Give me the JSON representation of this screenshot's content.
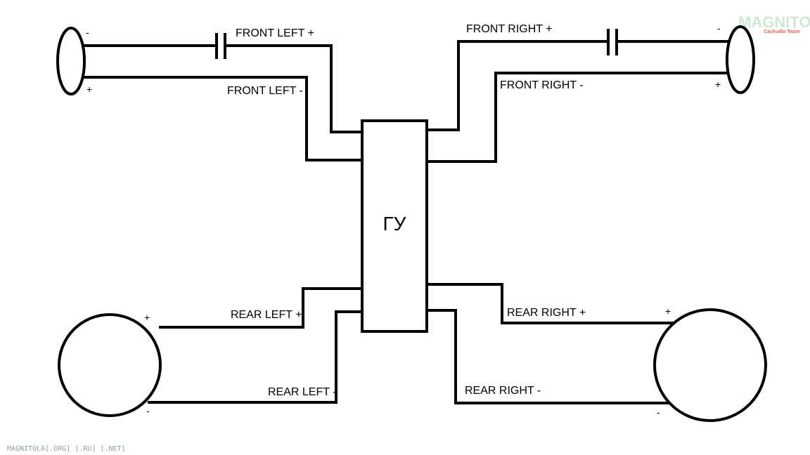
{
  "head_unit": {
    "label": "ГУ"
  },
  "wires": {
    "front_left_plus": "FRONT LEFT +",
    "front_left_minus": "FRONT LEFT -",
    "front_right_plus": "FRONT RIGHT +",
    "front_right_minus": "FRONT RIGHT -",
    "rear_left_plus": "REAR LEFT +",
    "rear_left_minus": "REAR LEFT -",
    "rear_right_plus": "REAR RIGHT +",
    "rear_right_minus": "REAR RIGHT -"
  },
  "polarity": {
    "plus": "+",
    "minus": "-"
  },
  "logo": {
    "name": "MAGNITOLA",
    "sub": "CarAudio Team"
  },
  "watermark": "MAGNITOLA[.ORG] [.RU] [.NET]"
}
